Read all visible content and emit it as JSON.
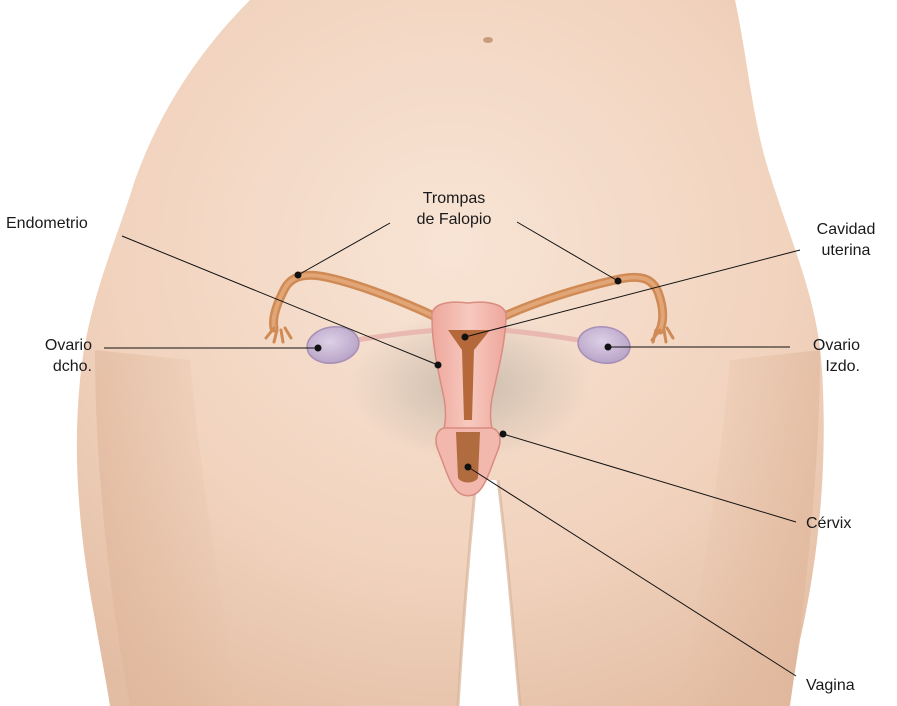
{
  "labels": {
    "trompas": {
      "line1": "Trompas",
      "line2": "de Falopio"
    },
    "endometrio": "Endometrio",
    "cavidad": {
      "line1": "Cavidad",
      "line2": "uterina"
    },
    "ovario_dcho": {
      "line1": "Ovario",
      "line2": "dcho."
    },
    "ovario_izdo": {
      "line1": "Ovario",
      "line2": "Izdo."
    },
    "cervix": "Cérvix",
    "vagina": "Vagina"
  },
  "colors": {
    "skin_light": "#f6dfce",
    "skin_mid": "#eccab3",
    "skin_shadow": "#d9ad91",
    "uterus_pink": "#f2b7ad",
    "uterus_outline": "#d98c80",
    "cavity_brown": "#b5683a",
    "tube_orange": "#d7925c",
    "ovary_lavender": "#c9b8d4",
    "leader_line": "#111111"
  }
}
